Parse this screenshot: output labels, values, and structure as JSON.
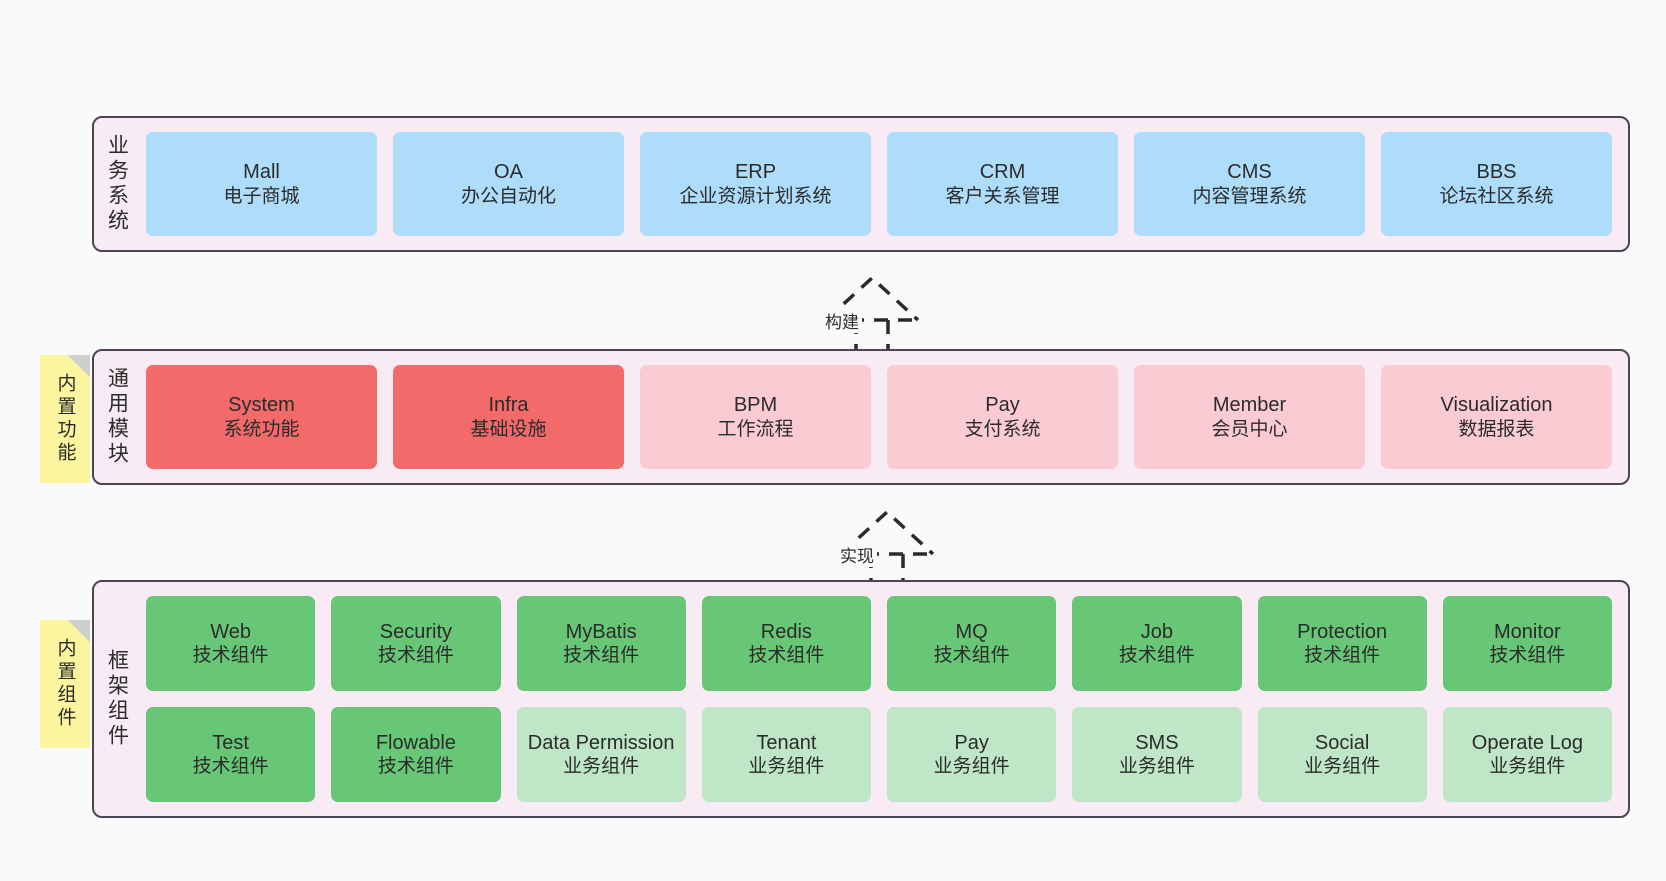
{
  "diagram": {
    "background_color": "#FAFAFA",
    "band_fill": "#F9EBF4",
    "band_border": "#4A4453",
    "sticky_color": "#FAF59E"
  },
  "layers": [
    {
      "title": "业务系统",
      "sticky": null,
      "rows": [
        {
          "tiles": [
            {
              "en": "Mall",
              "cn": "电子商城",
              "color": "#ADDDFB",
              "variant": "c-blue"
            },
            {
              "en": "OA",
              "cn": "办公自动化",
              "color": "#ADDDFB",
              "variant": "c-blue"
            },
            {
              "en": "ERP",
              "cn": "企业资源计划系统",
              "color": "#ADDDFB",
              "variant": "c-blue"
            },
            {
              "en": "CRM",
              "cn": "客户关系管理",
              "color": "#ADDDFB",
              "variant": "c-blue"
            },
            {
              "en": "CMS",
              "cn": "内容管理系统",
              "color": "#ADDDFB",
              "variant": "c-blue"
            },
            {
              "en": "BBS",
              "cn": "论坛社区系统",
              "color": "#ADDDFB",
              "variant": "c-blue"
            }
          ]
        }
      ]
    },
    {
      "title": "通用模块",
      "sticky": "内置功能",
      "rows": [
        {
          "tiles": [
            {
              "en": "System",
              "cn": "系统功能",
              "color": "#F26A6A",
              "variant": "c-red"
            },
            {
              "en": "Infra",
              "cn": "基础设施",
              "color": "#F26A6A",
              "variant": "c-red"
            },
            {
              "en": "BPM",
              "cn": "工作流程",
              "color": "#FBCBD4",
              "variant": "c-pink"
            },
            {
              "en": "Pay",
              "cn": "支付系统",
              "color": "#FBCBD4",
              "variant": "c-pink"
            },
            {
              "en": "Member",
              "cn": "会员中心",
              "color": "#FBCBD4",
              "variant": "c-pink"
            },
            {
              "en": "Visualization",
              "cn": "数据报表",
              "color": "#FBCBD4",
              "variant": "c-pink"
            }
          ]
        }
      ]
    },
    {
      "title": "框架组件",
      "sticky": "内置组件",
      "rows": [
        {
          "tiles": [
            {
              "en": "Web",
              "cn": "技术组件",
              "color": "#67C777",
              "variant": "c-green"
            },
            {
              "en": "Security",
              "cn": "技术组件",
              "color": "#67C777",
              "variant": "c-green"
            },
            {
              "en": "MyBatis",
              "cn": "技术组件",
              "color": "#67C777",
              "variant": "c-green"
            },
            {
              "en": "Redis",
              "cn": "技术组件",
              "color": "#67C777",
              "variant": "c-green"
            },
            {
              "en": "MQ",
              "cn": "技术组件",
              "color": "#67C777",
              "variant": "c-green"
            },
            {
              "en": "Job",
              "cn": "技术组件",
              "color": "#67C777",
              "variant": "c-green"
            },
            {
              "en": "Protection",
              "cn": "技术组件",
              "color": "#67C777",
              "variant": "c-green"
            },
            {
              "en": "Monitor",
              "cn": "技术组件",
              "color": "#67C777",
              "variant": "c-green"
            }
          ]
        },
        {
          "tiles": [
            {
              "en": "Test",
              "cn": "技术组件",
              "color": "#67C777",
              "variant": "c-green"
            },
            {
              "en": "Flowable",
              "cn": "技术组件",
              "color": "#67C777",
              "variant": "c-green"
            },
            {
              "en": "Data Permission",
              "cn": "业务组件",
              "color": "#BFE6C6",
              "variant": "c-lightgreen"
            },
            {
              "en": "Tenant",
              "cn": "业务组件",
              "color": "#BFE6C6",
              "variant": "c-lightgreen"
            },
            {
              "en": "Pay",
              "cn": "业务组件",
              "color": "#BFE6C6",
              "variant": "c-lightgreen"
            },
            {
              "en": "SMS",
              "cn": "业务组件",
              "color": "#BFE6C6",
              "variant": "c-lightgreen"
            },
            {
              "en": "Social",
              "cn": "业务组件",
              "color": "#BFE6C6",
              "variant": "c-lightgreen"
            },
            {
              "en": "Operate Log",
              "cn": "业务组件",
              "color": "#BFE6C6",
              "variant": "c-lightgreen"
            }
          ]
        }
      ]
    }
  ],
  "connectors": [
    {
      "label": "构建",
      "style": "dashed-generalization"
    },
    {
      "label": "实现",
      "style": "dashed-generalization"
    }
  ]
}
